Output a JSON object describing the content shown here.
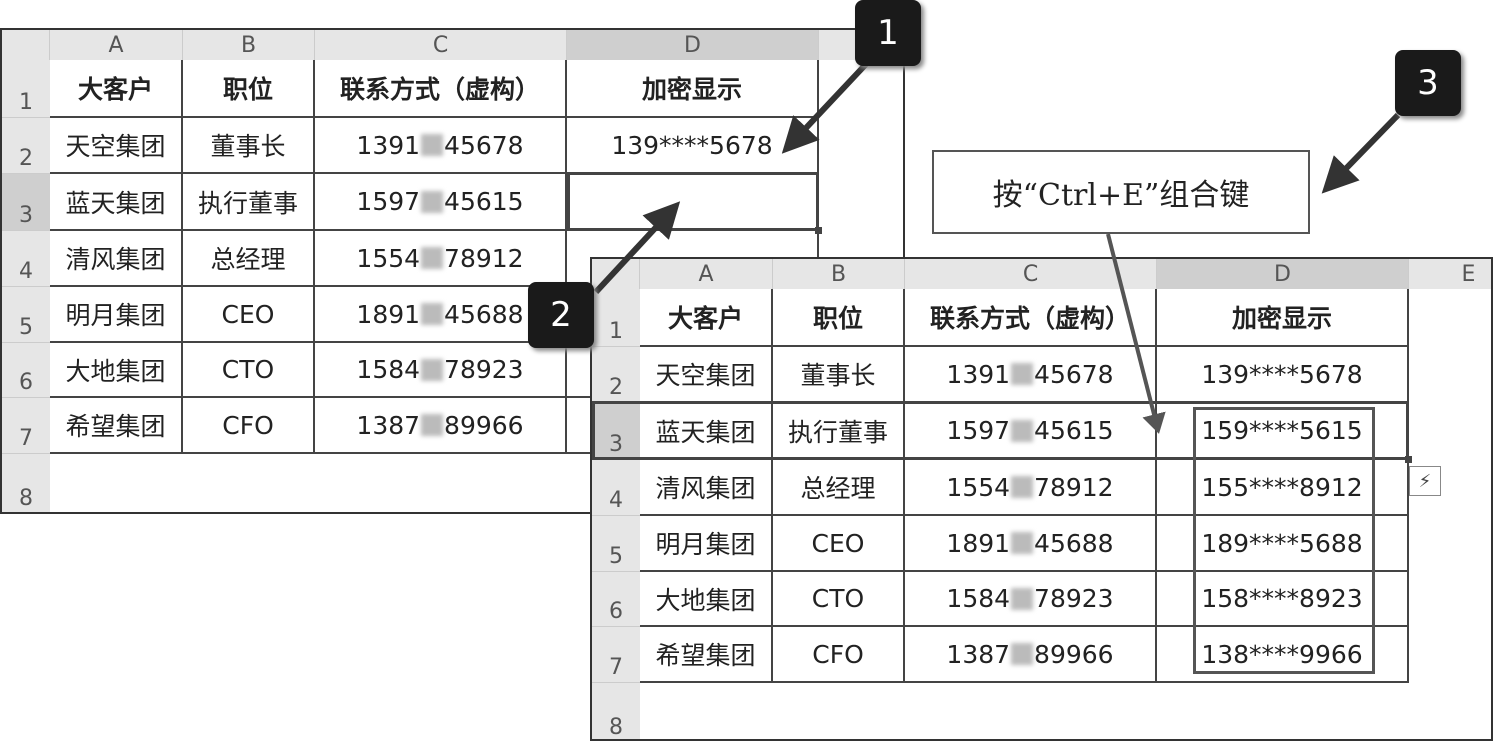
{
  "columns": [
    "A",
    "B",
    "C",
    "D",
    "E"
  ],
  "row_numbers": [
    "1",
    "2",
    "3",
    "4",
    "5",
    "6",
    "7",
    "8"
  ],
  "headers": [
    "大客户",
    "职位",
    "联系方式（虚构）",
    "加密显示"
  ],
  "rows": [
    {
      "company": "天空集团",
      "title": "董事长",
      "phone_prefix": "1391",
      "phone_suffix": "45678",
      "masked": "139****5678"
    },
    {
      "company": "蓝天集团",
      "title": "执行董事",
      "phone_prefix": "1597",
      "phone_suffix": "45615",
      "masked": "159****5615"
    },
    {
      "company": "清风集团",
      "title": "总经理",
      "phone_prefix": "1554",
      "phone_suffix": "78912",
      "masked": "155****8912"
    },
    {
      "company": "明月集团",
      "title": "CEO",
      "phone_prefix": "1891",
      "phone_suffix": "45688",
      "masked": "189****5688"
    },
    {
      "company": "大地集团",
      "title": "CTO",
      "phone_prefix": "1584",
      "phone_suffix": "78923",
      "masked": "158****8923"
    },
    {
      "company": "希望集团",
      "title": "CFO",
      "phone_prefix": "1387",
      "phone_suffix": "89966",
      "masked": "138****9966"
    }
  ],
  "steps": [
    "1",
    "2",
    "3"
  ],
  "note": "按“Ctrl+E”组合键",
  "flash_fill_icon": "flash-fill-icon"
}
